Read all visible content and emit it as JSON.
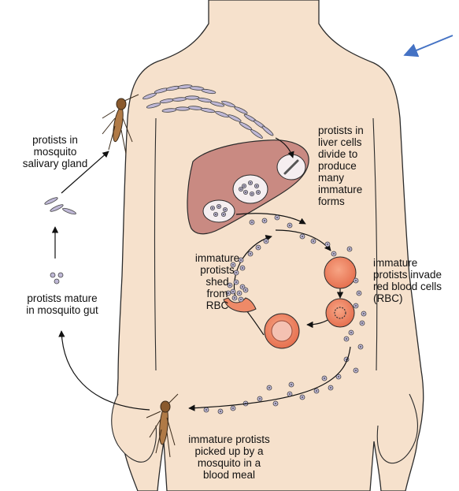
{
  "labels": {
    "salivary": [
      "protists in",
      "mosquito",
      "salivary gland"
    ],
    "liver": [
      "protists in",
      "liver cells",
      "divide to",
      "produce",
      "many",
      "immature",
      "forms"
    ],
    "shed": [
      "immature",
      "protists",
      "shed",
      "from",
      "RBC"
    ],
    "invade": [
      "immature",
      "protists invade",
      "red blood cells",
      "(RBC)"
    ],
    "gut": [
      "protists mature",
      "in mosquito gut"
    ],
    "blood_meal": [
      "immature protists",
      "picked up by a",
      "mosquito in a",
      "blood meal"
    ]
  },
  "colors": {
    "skin": "#f6e1cc",
    "skin_outline": "#2b2b2b",
    "liver": "#c98a82",
    "rbc": "#ee8a68",
    "rbc_dark": "#d26a4c",
    "parasite": "#bfb8d6",
    "pointer_arrow": "#4472c4"
  }
}
